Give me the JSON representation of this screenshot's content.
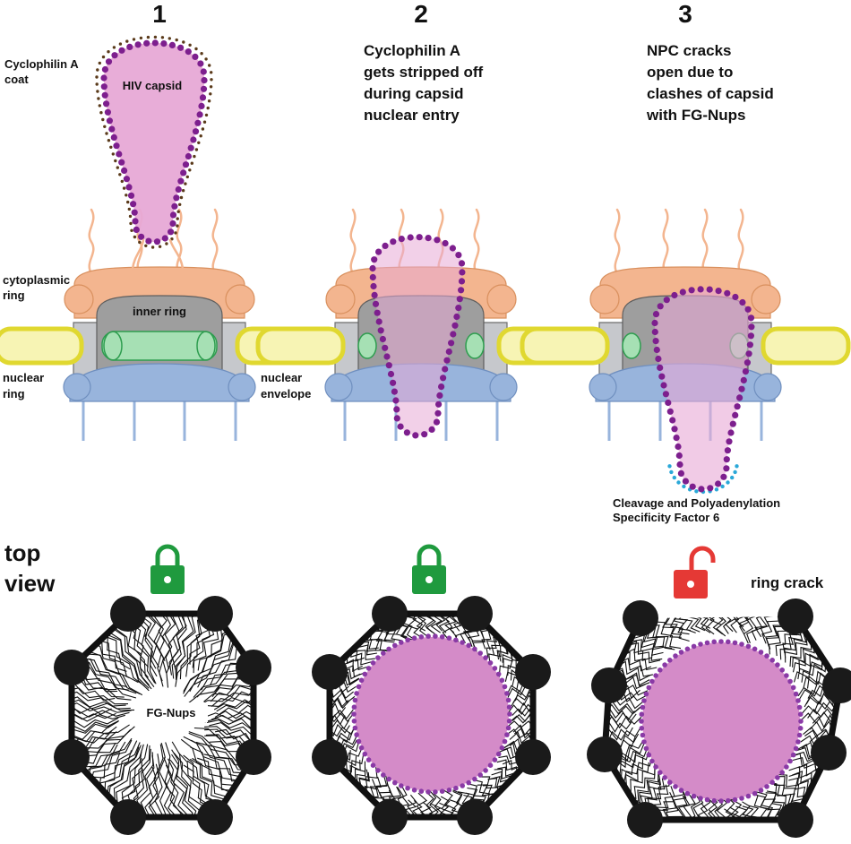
{
  "steps": [
    {
      "number": "1",
      "caption": []
    },
    {
      "number": "2",
      "caption": [
        "Cyclophilin A",
        "gets stripped off",
        "during capsid",
        "nuclear entry"
      ]
    },
    {
      "number": "3",
      "caption": [
        "NPC cracks",
        "open due to",
        "clashes of capsid",
        "with FG-Nups"
      ]
    }
  ],
  "labels": {
    "cyclophilin_coat": [
      "Cyclophilin A",
      "coat"
    ],
    "hiv_capsid": "HIV capsid",
    "cytoplasmic_ring": [
      "cytoplasmic",
      "ring"
    ],
    "inner_ring": "inner ring",
    "nuclear_ring": [
      "nuclear",
      "ring"
    ],
    "nuclear_envelope": [
      "nuclear",
      "envelope"
    ],
    "cpsf6": [
      "Cleavage and Polyadenylation",
      "Specificity Factor 6"
    ],
    "top_view": [
      "top",
      "view"
    ],
    "fg_nups": "FG-Nups",
    "ring_crack": "ring crack"
  },
  "colors": {
    "capsid_fill": "#e7a9d6",
    "capsid_dots": "#7d1f8e",
    "cyclophilin_dots": "#5a3a1a",
    "cpsf6_dots": "#2aa8d8",
    "cytoplasmic_ring": "#f3b58f",
    "inner_ring": "#9e9e9e",
    "nuclear_ring": "#98b4dc",
    "envelope_fill": "#f7f4b4",
    "envelope_stroke": "#e0d830",
    "green_band": "#a6e0b4",
    "lock_closed": "#1f9a3e",
    "lock_open": "#e53935",
    "octagon_vertex": "#1a1a1a",
    "top_capsid": "#d48bc8",
    "top_capsid_dots": "#8a3aa6"
  },
  "icons": [
    "padlock-closed-icon",
    "padlock-closed-icon",
    "padlock-open-icon"
  ]
}
